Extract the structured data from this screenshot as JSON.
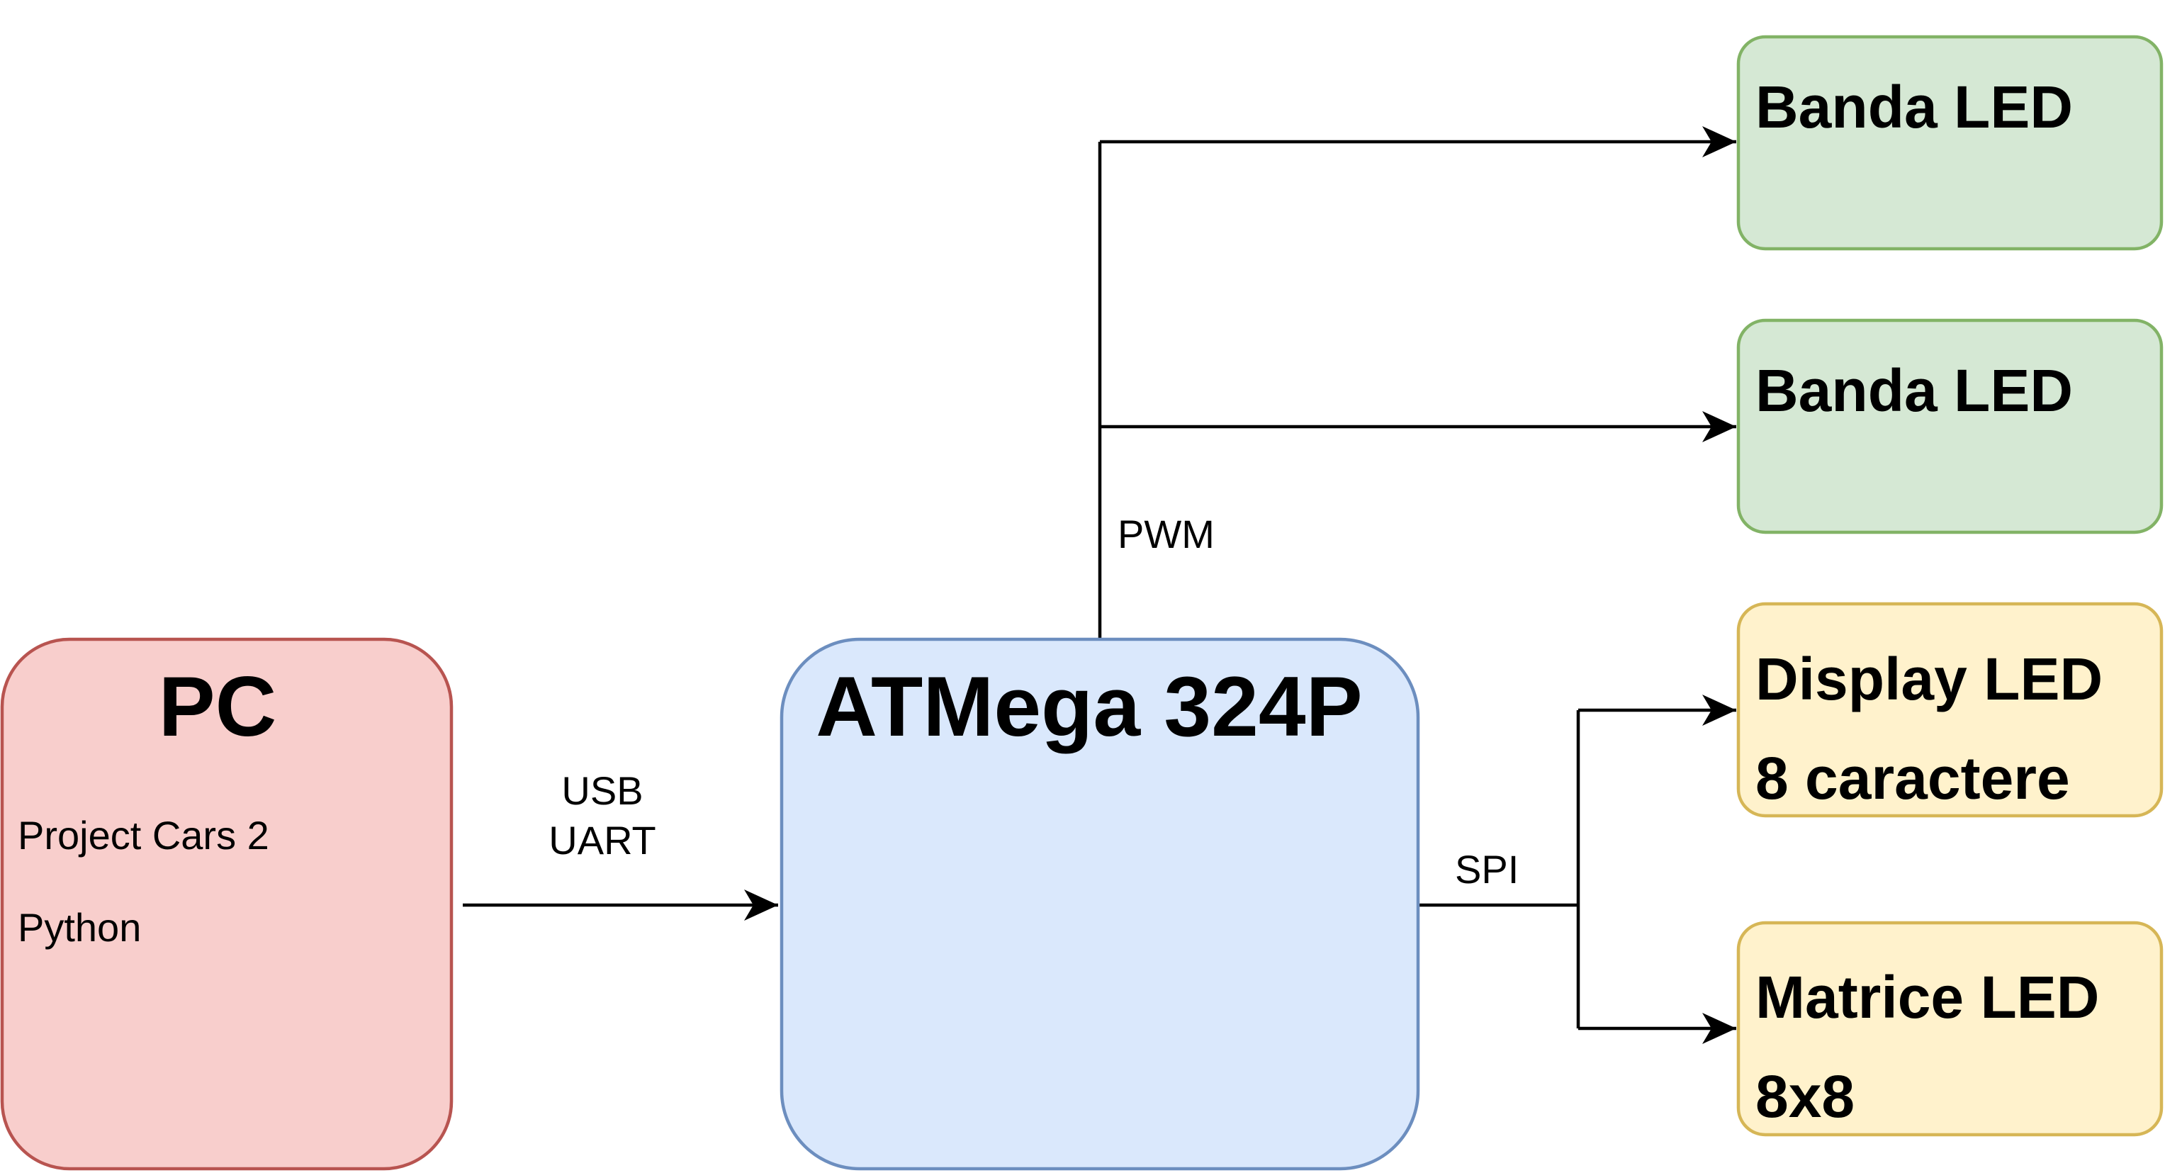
{
  "nodes": {
    "pc": {
      "title": "PC",
      "line1": "Project Cars 2",
      "line2": "Python",
      "fill": "#f8cecc",
      "stroke": "#b85450"
    },
    "mcu": {
      "title": "ATMega 324P",
      "fill": "#dae8fc",
      "stroke": "#6c8ebf"
    },
    "led_strip_1": {
      "title": "Banda LED",
      "fill": "#d5e8d4",
      "stroke": "#82b366"
    },
    "led_strip_2": {
      "title": "Banda LED",
      "fill": "#d5e8d4",
      "stroke": "#82b366"
    },
    "display": {
      "title": "Display LED",
      "subtitle": "8 caractere",
      "fill": "#fff2cc",
      "stroke": "#d6b656"
    },
    "matrix": {
      "title": "Matrice LED",
      "subtitle": "8x8",
      "fill": "#fff2cc",
      "stroke": "#d6b656"
    }
  },
  "edges": {
    "usb_line1": "USB",
    "usb_line2": "UART",
    "pwm": "PWM",
    "spi": "SPI"
  }
}
